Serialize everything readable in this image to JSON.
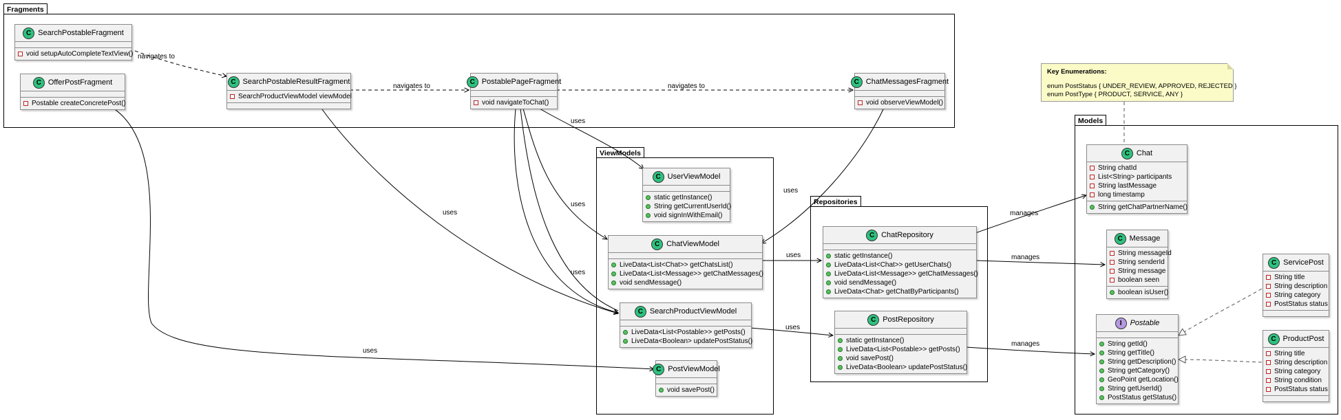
{
  "packages": {
    "fragments": "Fragments",
    "viewmodels": "ViewModels",
    "repositories": "Repositories",
    "models": "Models"
  },
  "classes": {
    "searchPostableFragment": {
      "name": "SearchPostableFragment",
      "fields": [],
      "methods": [
        {
          "vis": "private",
          "text": "void setupAutoCompleteTextView()"
        }
      ]
    },
    "offerPostFragment": {
      "name": "OfferPostFragment",
      "fields": [],
      "methods": [
        {
          "vis": "private",
          "text": "Postable createConcretePost()"
        }
      ]
    },
    "searchPostableResultFragment": {
      "name": "SearchPostableResultFragment",
      "fields": [
        {
          "vis": "private",
          "text": "SearchProductViewModel viewModel"
        }
      ],
      "methods": []
    },
    "postablePageFragment": {
      "name": "PostablePageFragment",
      "fields": [],
      "methods": [
        {
          "vis": "private",
          "text": "void navigateToChat()"
        }
      ]
    },
    "chatMessagesFragment": {
      "name": "ChatMessagesFragment",
      "fields": [],
      "methods": [
        {
          "vis": "private",
          "text": "void observeViewModel()"
        }
      ]
    },
    "userViewModel": {
      "name": "UserViewModel",
      "fields": [],
      "methods": [
        {
          "vis": "public",
          "text": "static getInstance()"
        },
        {
          "vis": "public",
          "text": "String getCurrentUserId()"
        },
        {
          "vis": "public",
          "text": "void signInWithEmail()"
        }
      ]
    },
    "chatViewModel": {
      "name": "ChatViewModel",
      "fields": [],
      "methods": [
        {
          "vis": "public",
          "text": "LiveData<List<Chat>> getChatsList()"
        },
        {
          "vis": "public",
          "text": "LiveData<List<Message>> getChatMessages()"
        },
        {
          "vis": "public",
          "text": "void sendMessage()"
        }
      ]
    },
    "searchProductViewModel": {
      "name": "SearchProductViewModel",
      "fields": [],
      "methods": [
        {
          "vis": "public",
          "text": "LiveData<List<Postable>> getPosts()"
        },
        {
          "vis": "public",
          "text": "LiveData<Boolean> updatePostStatus()"
        }
      ]
    },
    "postViewModel": {
      "name": "PostViewModel",
      "fields": [],
      "methods": [
        {
          "vis": "public",
          "text": "void savePost()"
        }
      ]
    },
    "chatRepository": {
      "name": "ChatRepository",
      "fields": [],
      "methods": [
        {
          "vis": "public",
          "text": "static getInstance()"
        },
        {
          "vis": "public",
          "text": "LiveData<List<Chat>> getUserChats()"
        },
        {
          "vis": "public",
          "text": "LiveData<List<Message>> getChatMessages()"
        },
        {
          "vis": "public",
          "text": "void sendMessage()"
        },
        {
          "vis": "public",
          "text": "LiveData<Chat> getChatByParticipants()"
        }
      ]
    },
    "postRepository": {
      "name": "PostRepository",
      "fields": [],
      "methods": [
        {
          "vis": "public",
          "text": "static getInstance()"
        },
        {
          "vis": "public",
          "text": "LiveData<List<Postable>> getPosts()"
        },
        {
          "vis": "public",
          "text": "void savePost()"
        },
        {
          "vis": "public",
          "text": "LiveData<Boolean> updatePostStatus()"
        }
      ]
    },
    "chat": {
      "name": "Chat",
      "fields": [
        {
          "vis": "private",
          "text": "String chatId"
        },
        {
          "vis": "private",
          "text": "List<String> participants"
        },
        {
          "vis": "private",
          "text": "String lastMessage"
        },
        {
          "vis": "private",
          "text": "long timestamp"
        }
      ],
      "methods": [
        {
          "vis": "public",
          "text": "String getChatPartnerName()"
        }
      ]
    },
    "message": {
      "name": "Message",
      "fields": [
        {
          "vis": "private",
          "text": "String messageId"
        },
        {
          "vis": "private",
          "text": "String senderId"
        },
        {
          "vis": "private",
          "text": "String message"
        },
        {
          "vis": "private",
          "text": "boolean seen"
        }
      ],
      "methods": [
        {
          "vis": "public",
          "text": "boolean isUser()"
        }
      ]
    },
    "postable": {
      "name": "Postable",
      "interface": true,
      "fields": [],
      "methods": [
        {
          "vis": "public",
          "text": "String getId()"
        },
        {
          "vis": "public",
          "text": "String getTitle()"
        },
        {
          "vis": "public",
          "text": "String getDescription()"
        },
        {
          "vis": "public",
          "text": "String getCategory()"
        },
        {
          "vis": "public",
          "text": "GeoPoint getLocation()"
        },
        {
          "vis": "public",
          "text": "String getUserId()"
        },
        {
          "vis": "public",
          "text": "PostStatus getStatus()"
        }
      ]
    },
    "servicePost": {
      "name": "ServicePost",
      "fields": [
        {
          "vis": "private",
          "text": "String title"
        },
        {
          "vis": "private",
          "text": "String description"
        },
        {
          "vis": "private",
          "text": "String category"
        },
        {
          "vis": "private",
          "text": "PostStatus status"
        }
      ],
      "methods": []
    },
    "productPost": {
      "name": "ProductPost",
      "fields": [
        {
          "vis": "private",
          "text": "String title"
        },
        {
          "vis": "private",
          "text": "String description"
        },
        {
          "vis": "private",
          "text": "String category"
        },
        {
          "vis": "private",
          "text": "String condition"
        },
        {
          "vis": "private",
          "text": "PostStatus status"
        }
      ],
      "methods": []
    }
  },
  "note": {
    "title": "Key Enumerations:",
    "lines": [
      "enum PostStatus { UNDER_REVIEW, APPROVED, REJECTED }",
      "enum PostType { PRODUCT, SERVICE, ANY }"
    ]
  },
  "edge_labels": {
    "navigates_to": "navigates to",
    "uses": "uses",
    "manages": "manages"
  }
}
